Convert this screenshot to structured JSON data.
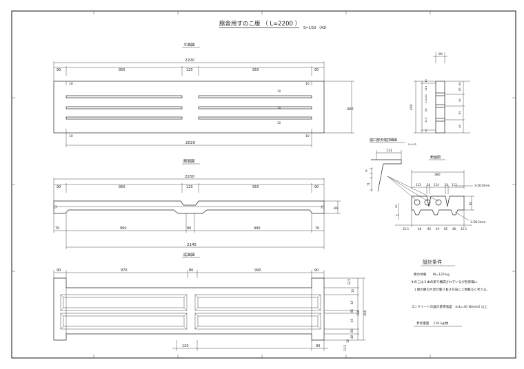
{
  "sheet": {
    "title": "豚舎用すのこ版 （ L=2200 ）",
    "scale": "S=1/10 （A3）"
  },
  "plan": {
    "label": "平面図",
    "dims_top": [
      "90",
      "950",
      "120",
      "950",
      "90"
    ],
    "overall": "2200",
    "overall_bottom": "2020",
    "height": "400",
    "end_tabs": [
      "10",
      "10",
      "10",
      "10"
    ],
    "gap_labels": [
      "10",
      "10",
      "10"
    ]
  },
  "section": {
    "label": "断面図",
    "dims_top": [
      "90",
      "950",
      "120",
      "950",
      "90"
    ],
    "overall": "2200",
    "dims_bottom": [
      "70",
      "990",
      "80",
      "990",
      "70"
    ],
    "overall_bottom": "2145",
    "height": "80"
  },
  "bottom": {
    "label": "底面図",
    "dims_top": [
      "90",
      "970",
      "80",
      "990",
      "90"
    ],
    "dims_bottom": [
      "120",
      "90"
    ],
    "right_dims": [
      "32.5",
      "10",
      "48",
      "85",
      "49",
      "85",
      "48",
      "10",
      "32.5"
    ],
    "sub_dims": [
      "330",
      "400"
    ]
  },
  "side": {
    "top": "80",
    "height": "400",
    "left_dims": [
      "10",
      "113",
      "20",
      "114",
      "20",
      "113",
      "10"
    ],
    "right_dims": [
      "80",
      "85",
      "49",
      "85",
      "48"
    ]
  },
  "opening": {
    "label": "開口部天端詳細図",
    "scale": "S=1/3",
    "dim_top": "113",
    "dim_a": "9",
    "dim_b": "71"
  },
  "cross": {
    "label": "断面図",
    "overall": "380",
    "top_dims": [
      "113",
      "20",
      "114",
      "20",
      "113"
    ],
    "bottom_dims": [
      "32.5",
      "48",
      "85",
      "49",
      "85",
      "48",
      "32.5"
    ],
    "height": "80",
    "small": [
      "55",
      "25"
    ],
    "rebar_top": "3-D10mm",
    "rebar_bottom": "3-D13mm"
  },
  "conditions": {
    "title": "設計条件",
    "lines": [
      "豚の体重　　W=120 kg",
      "すのこは３本の梁で構成されているが各梁毎に",
      "１頭の豚の片足が載り長さ方向に２頭載ると考える。",
      "コンクリートの設計基準強度　σck=30 N/mm2 以上",
      "参考重量　 116 kg/枚"
    ]
  }
}
